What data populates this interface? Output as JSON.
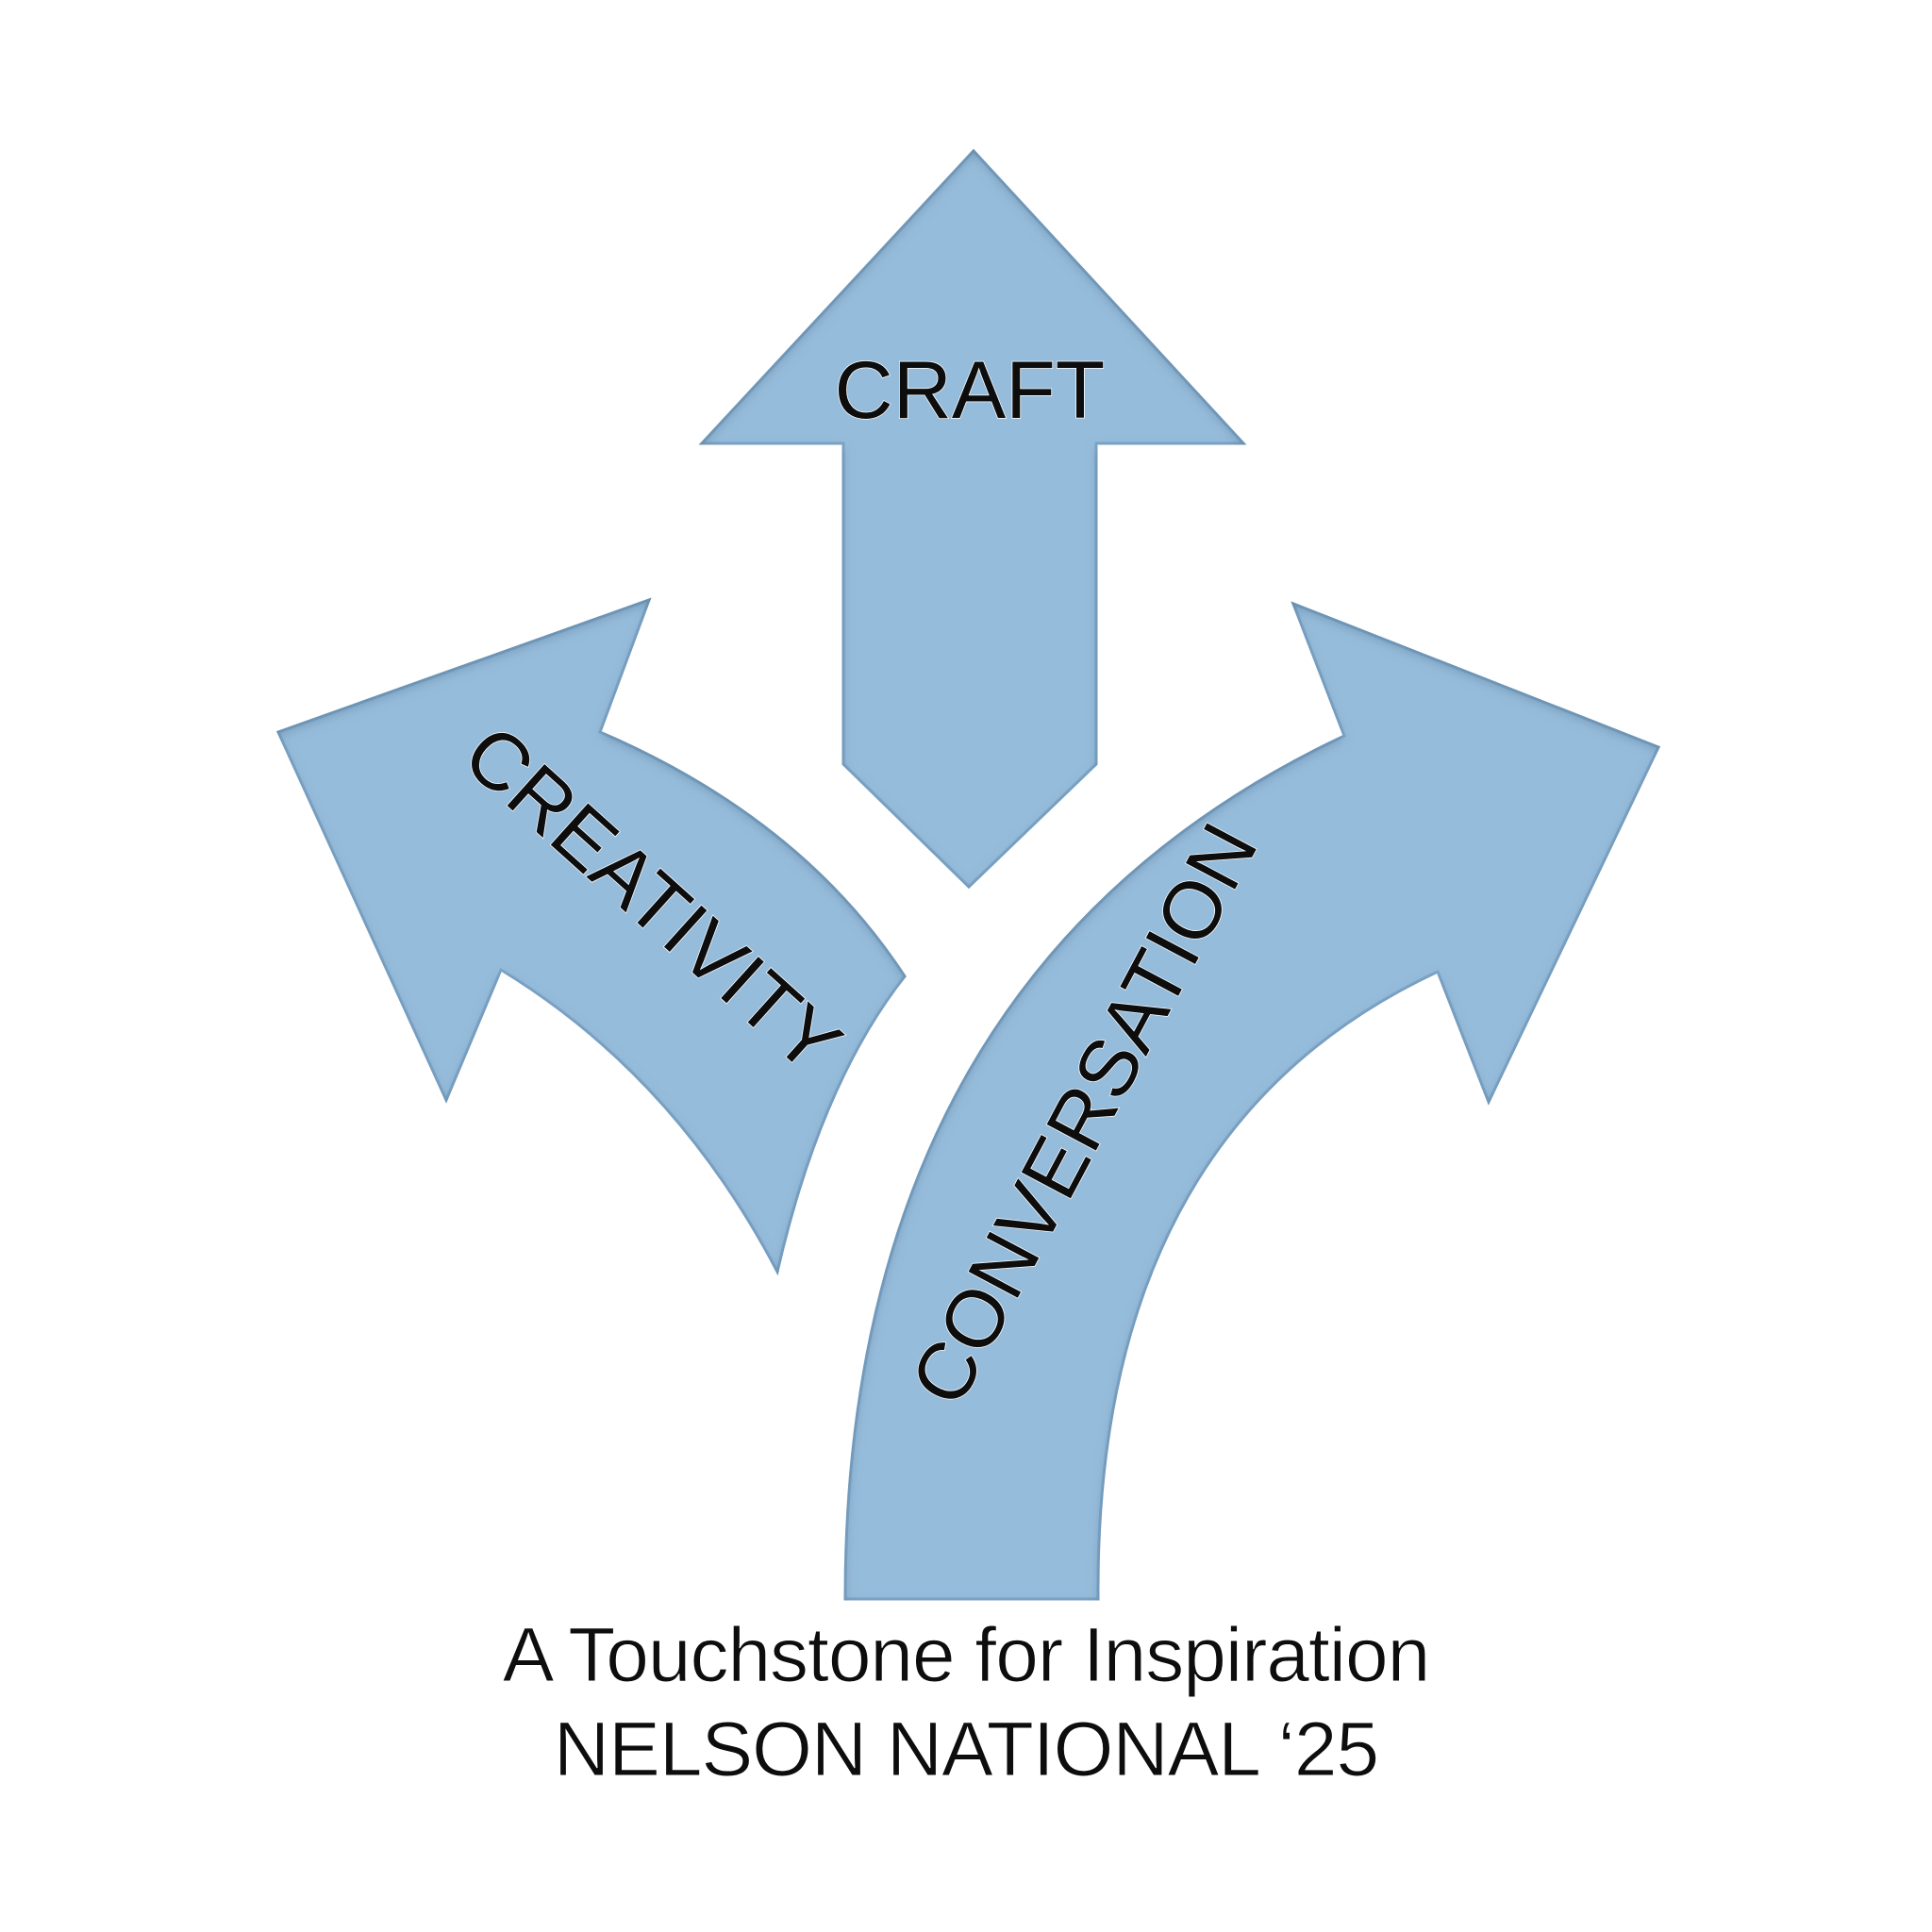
{
  "arrows": {
    "craft_label": "CRAFT",
    "creativity_label": "CREATIVITY",
    "conversation_label": "CONVERSATION",
    "fill_color": "#96bcdb",
    "edge_color": "#7ea6c8"
  },
  "tagline": {
    "line1": "A Touchstone for Inspiration",
    "line2": "NELSON NATIONAL ‘25"
  }
}
